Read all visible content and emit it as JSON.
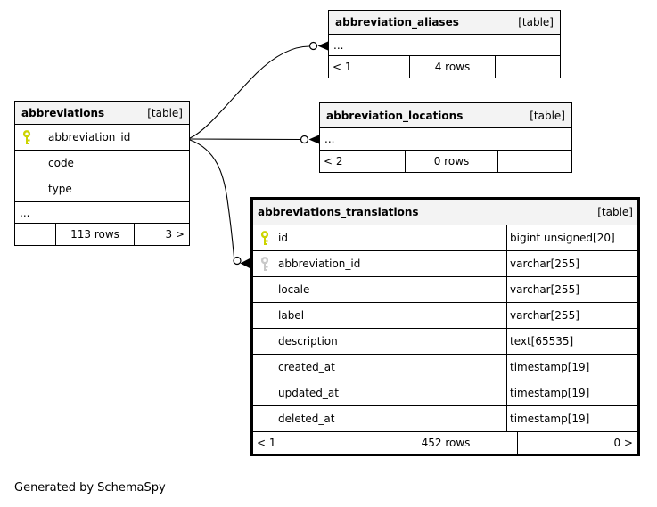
{
  "note": "Generated by SchemaSpy",
  "colors": {
    "background": "#ffffff",
    "header_bg": "#f3f3f3",
    "border": "#000000",
    "pk_key": "#ccd400",
    "fk_key": "#c9c9c9"
  },
  "icons": {
    "primary_key": "yellow-key-icon",
    "foreign_key": "gray-key-icon",
    "relationship_end": "circle-and-arrow"
  },
  "tables": [
    {
      "name": "abbreviations",
      "tag": "[table]",
      "columns": [
        {
          "name": "abbreviation_id",
          "icon": "pk"
        },
        {
          "name": "code",
          "icon": null
        },
        {
          "name": "type",
          "icon": null
        },
        {
          "name": "...",
          "icon": null
        }
      ],
      "footer": {
        "left": "",
        "center": "113 rows",
        "right": "3 >"
      }
    },
    {
      "name": "abbreviation_aliases",
      "tag": "[table]",
      "columns": [
        {
          "name": "...",
          "icon": null
        }
      ],
      "footer": {
        "left": "< 1",
        "center": "4 rows",
        "right": ""
      }
    },
    {
      "name": "abbreviation_locations",
      "tag": "[table]",
      "columns": [
        {
          "name": "...",
          "icon": null
        }
      ],
      "footer": {
        "left": "< 2",
        "center": "0 rows",
        "right": ""
      }
    },
    {
      "name": "abbreviations_translations",
      "tag": "[table]",
      "columns": [
        {
          "name": "id",
          "icon": "pk",
          "type": "bigint unsigned[20]"
        },
        {
          "name": "abbreviation_id",
          "icon": "fk",
          "type": "varchar[255]"
        },
        {
          "name": "locale",
          "icon": null,
          "type": "varchar[255]"
        },
        {
          "name": "label",
          "icon": null,
          "type": "varchar[255]"
        },
        {
          "name": "description",
          "icon": null,
          "type": "text[65535]"
        },
        {
          "name": "created_at",
          "icon": null,
          "type": "timestamp[19]"
        },
        {
          "name": "updated_at",
          "icon": null,
          "type": "timestamp[19]"
        },
        {
          "name": "deleted_at",
          "icon": null,
          "type": "timestamp[19]"
        }
      ],
      "footer": {
        "left": "< 1",
        "center": "452 rows",
        "right": "0 >"
      }
    }
  ],
  "relationships": [
    {
      "from": "abbreviations.abbreviation_id",
      "to": "abbreviation_aliases"
    },
    {
      "from": "abbreviations.abbreviation_id",
      "to": "abbreviation_locations"
    },
    {
      "from": "abbreviations.abbreviation_id",
      "to": "abbreviations_translations.abbreviation_id"
    }
  ]
}
